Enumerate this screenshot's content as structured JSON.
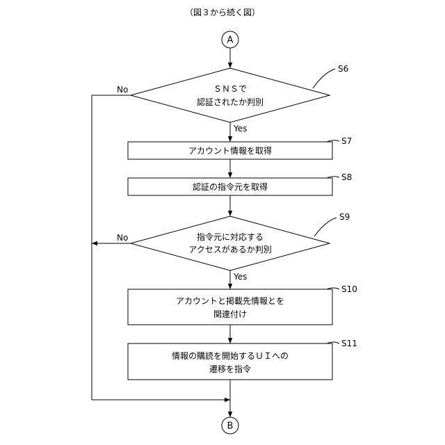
{
  "caption": "（図３から続く図）",
  "connectors": {
    "top": "A",
    "bottom": "B"
  },
  "steps": {
    "s6": {
      "id": "S6",
      "line1": "ＳＮＳで",
      "line2": "認証されたか判別"
    },
    "s7": {
      "id": "S7",
      "text": "アカウント情報を取得"
    },
    "s8": {
      "id": "S8",
      "text": "認証の指令元を取得"
    },
    "s9": {
      "id": "S9",
      "line1": "指令元に対応する",
      "line2": "アクセスがあるか判別"
    },
    "s10": {
      "id": "S10",
      "line1": "アカウントと掲載先情報とを",
      "line2": "関連付け"
    },
    "s11": {
      "id": "S11",
      "line1": "情報の購読を開始するＵＩへの",
      "line2": "遷移を指令"
    }
  },
  "labels": {
    "yes": "Yes",
    "no": "No"
  }
}
